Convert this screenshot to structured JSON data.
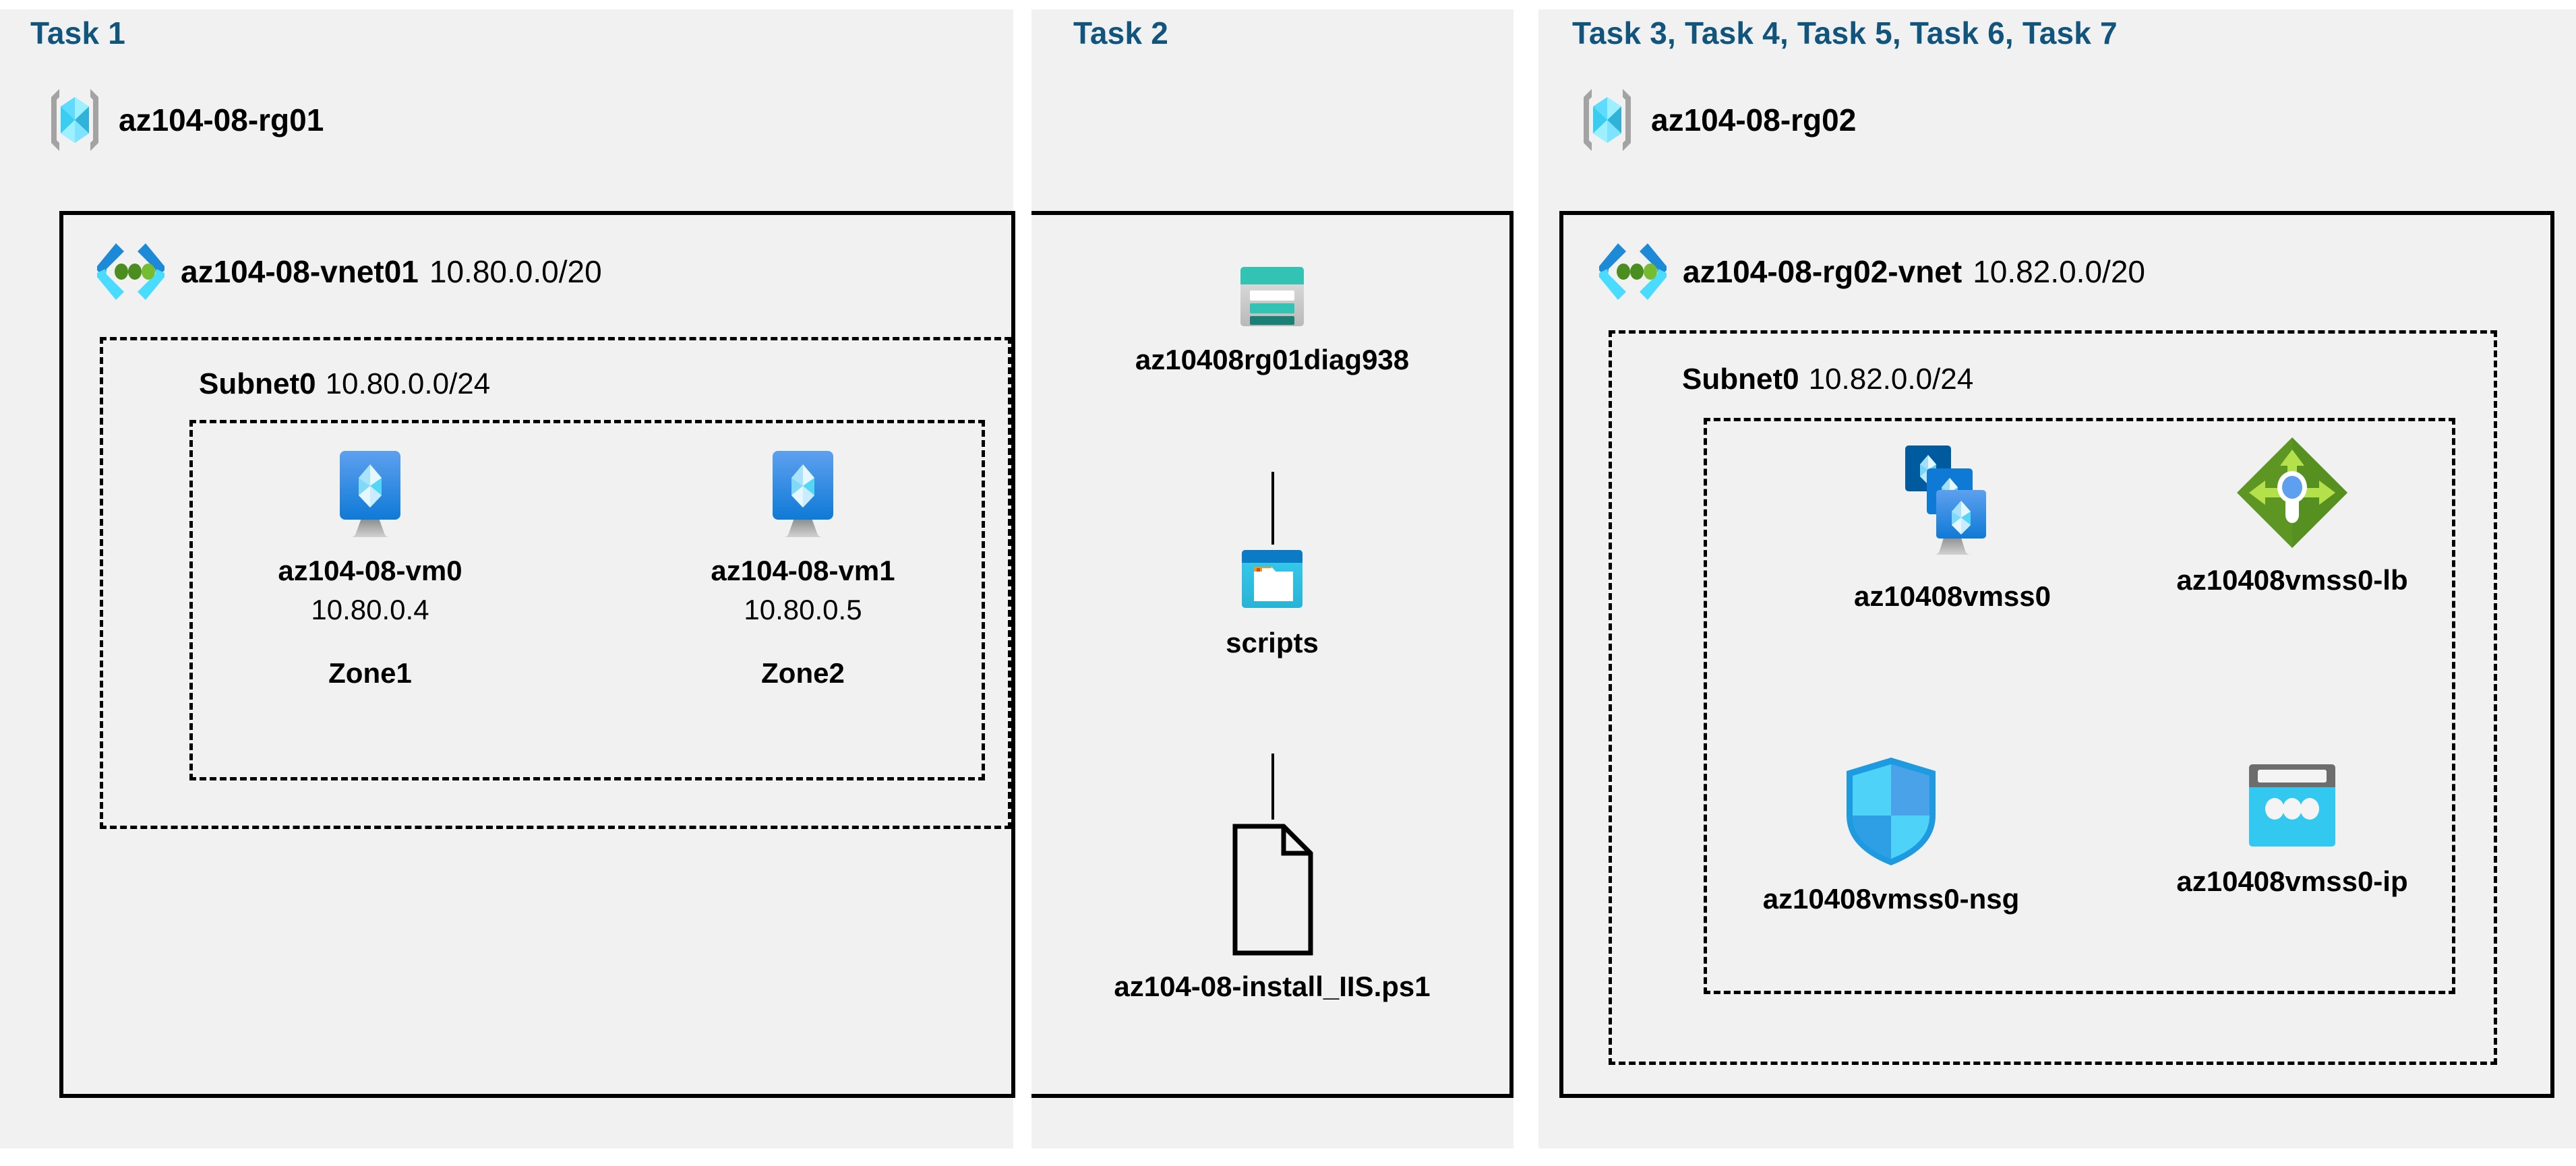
{
  "background": "#f1f1f1",
  "title_color": "#11557c",
  "panels": [
    {
      "task_title": "Task 1"
    },
    {
      "task_title": "Task 2"
    },
    {
      "task_title": "Task 3, Task 4, Task 5, Task 6, Task 7"
    }
  ],
  "task1": {
    "resource_group": {
      "name": "az104-08-rg01",
      "icon": "resource-group-icon"
    },
    "vnet": {
      "name": "az104-08-vnet01",
      "cidr": "10.80.0.0/20",
      "icon": "virtual-network-icon"
    },
    "subnet": {
      "name": "Subnet0",
      "cidr": "10.80.0.0/24"
    },
    "vms": [
      {
        "name": "az104-08-vm0",
        "ip": "10.80.0.4",
        "zone": "Zone1",
        "icon": "virtual-machine-icon"
      },
      {
        "name": "az104-08-vm1",
        "ip": "10.80.0.5",
        "zone": "Zone2",
        "icon": "virtual-machine-icon"
      }
    ]
  },
  "task2": {
    "storage_account": {
      "name": "az10408rg01diag938",
      "icon": "storage-account-icon"
    },
    "container": {
      "name": "scripts",
      "icon": "blob-container-icon"
    },
    "file": {
      "name": "az104-08-install_IIS.ps1",
      "icon": "file-icon"
    }
  },
  "task3": {
    "resource_group": {
      "name": "az104-08-rg02",
      "icon": "resource-group-icon"
    },
    "vnet": {
      "name": "az104-08-rg02-vnet",
      "cidr": "10.82.0.0/20",
      "icon": "virtual-network-icon"
    },
    "subnet": {
      "name": "Subnet0",
      "cidr": "10.82.0.0/24"
    },
    "resources": [
      {
        "name": "az10408vmss0",
        "icon": "vm-scale-set-icon"
      },
      {
        "name": "az10408vmss0-lb",
        "icon": "load-balancer-icon"
      },
      {
        "name": "az10408vmss0-nsg",
        "icon": "network-security-group-icon"
      },
      {
        "name": "az10408vmss0-ip",
        "icon": "public-ip-address-icon"
      }
    ]
  },
  "colors": {
    "azure_blue": "#0078d4",
    "cyan": "#32c8f0",
    "teal": "#32c3b4",
    "green": "#7fba42",
    "gray": "#9e9e9e",
    "orange": "#f7941e"
  }
}
